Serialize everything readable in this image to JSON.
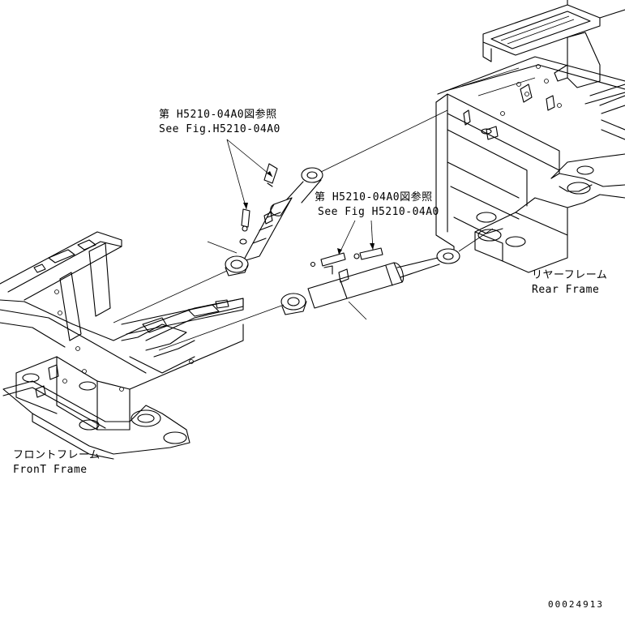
{
  "callouts": [
    {
      "id": "upper-ref",
      "line_jp": "第 H5210-04A0図参照",
      "line_en": "See Fig.H5210-04A0"
    },
    {
      "id": "lower-ref",
      "line_jp": "第 H5210-04A0図参照",
      "line_en": "See Fig H5210-04A0"
    }
  ],
  "parts": {
    "rear_frame": {
      "jp": "リヤーフレーム",
      "en": "Rear Frame"
    },
    "front_frame": {
      "jp": "フロントフレーム",
      "en": "FronT Frame"
    }
  },
  "figure_number": "00024913"
}
